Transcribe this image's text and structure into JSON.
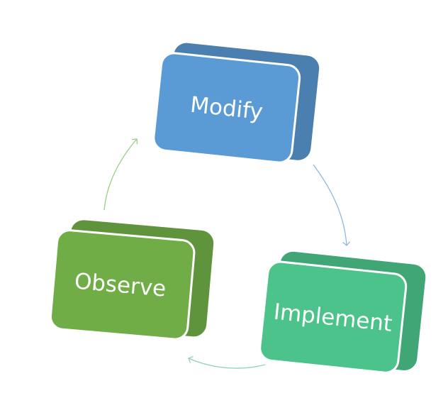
{
  "diagram": {
    "nodes": [
      {
        "id": "modify",
        "label": "Modify",
        "color": "#5b9bd5"
      },
      {
        "id": "implement",
        "label": "Implement",
        "color": "#4cc38a"
      },
      {
        "id": "observe",
        "label": "Observe",
        "color": "#70ad47"
      }
    ],
    "edges": [
      {
        "from": "modify",
        "to": "implement"
      },
      {
        "from": "implement",
        "to": "observe"
      },
      {
        "from": "observe",
        "to": "modify"
      }
    ],
    "colors": {
      "background": "#ffffff",
      "modify": "#5b9bd5",
      "implement": "#4cc38a",
      "observe": "#70ad47"
    }
  }
}
